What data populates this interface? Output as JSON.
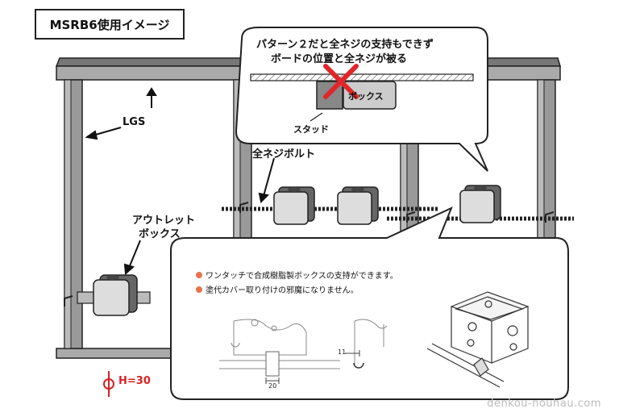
{
  "title": "MSRB6使用イメージ",
  "labels": {
    "lgs": "LGS",
    "bolt": "全ネジボルト",
    "outlet_line1": "アウトレット",
    "outlet_line2": "ボックス",
    "stud": "スタッド",
    "box": "ボックス",
    "height": "H=30"
  },
  "bubble": {
    "line1": "パターン２だと全ネジの支持もできず",
    "line2": "ボードの位置と全ネジが被る"
  },
  "notes": [
    "ワンタッチで合成樹脂製ボックスの支持ができます。",
    "塗代カバー取り付けの邪魔になりません。"
  ],
  "dims": {
    "d1": "11",
    "d2": "20"
  },
  "watermark": "denkou-nouhau.com",
  "colors": {
    "accent": "#e8734a",
    "frame": "#999999",
    "cross": "#e0262b",
    "height": "#d22222"
  }
}
